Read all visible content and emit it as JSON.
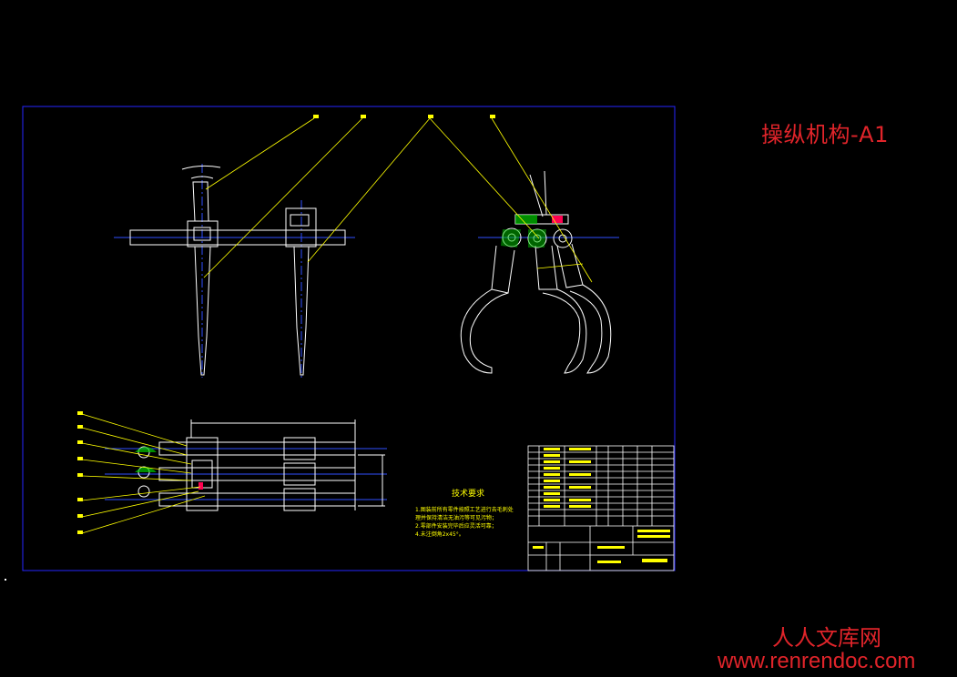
{
  "title": "操纵机构-A1",
  "watermark": {
    "line1": "人人文库网",
    "line2": "www.renrendoc.com"
  },
  "drawing": {
    "tech_requirements_title": "技术要求",
    "tech_requirements": [
      "1.图装前所有零件按照工艺进行去毛刺处",
      "理并保持清洁无油污等可见污物；",
      "2.零部件安装完毕后应灵活可靠；",
      "4.未注倒角2x45°。"
    ],
    "colors": {
      "background": "#000000",
      "frame": "#2626ff",
      "geometry": "#ffffff",
      "leader": "#ffff00",
      "centerline": "#3050ff",
      "hatch": "#00c800",
      "accent": "#ff0050",
      "title_red": "#e0242a"
    }
  }
}
